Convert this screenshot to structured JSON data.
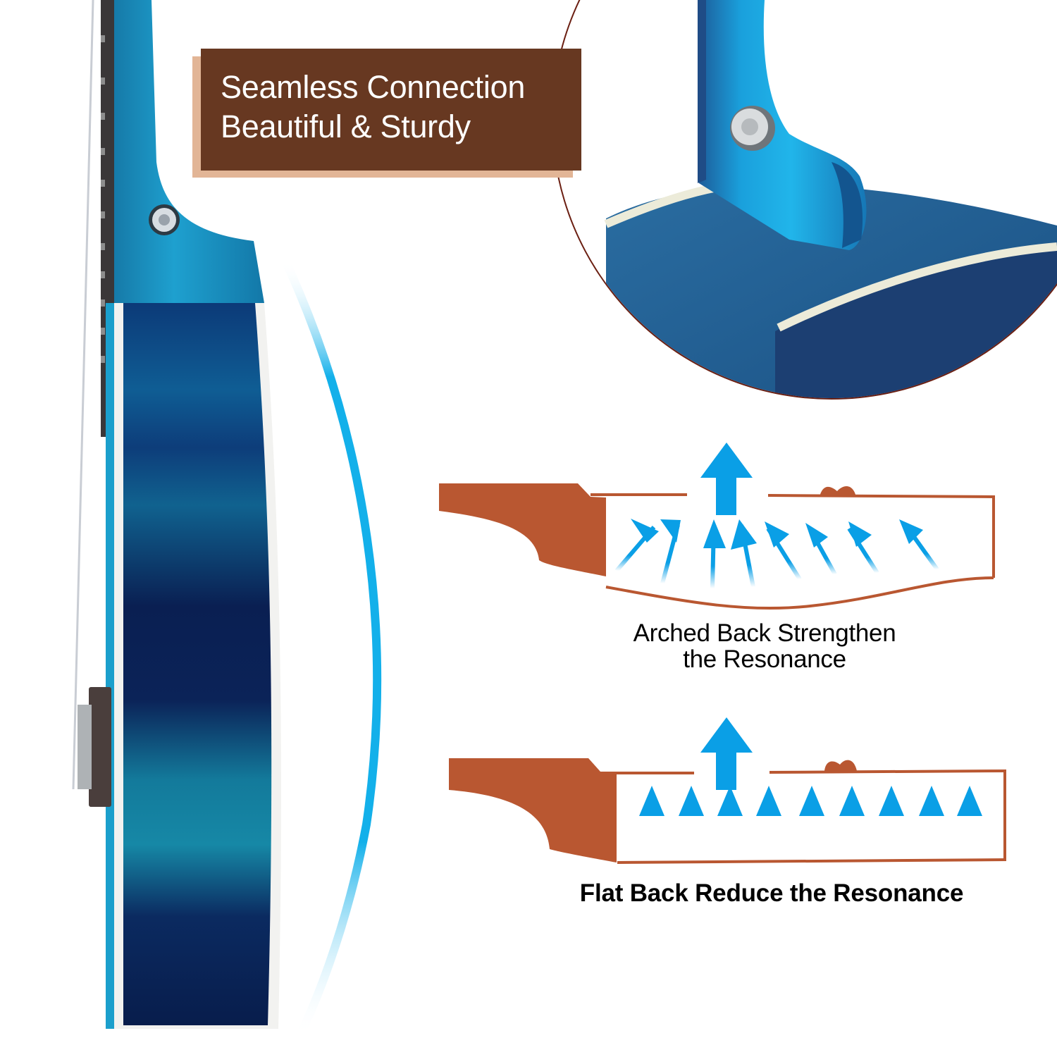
{
  "banner": {
    "line1": "Seamless Connection",
    "line2": "Beautiful & Sturdy",
    "bg_color": "#673821",
    "shadow_color": "#e2b596",
    "text_color": "#ffffff"
  },
  "diagram_arched": {
    "caption_line1": "Arched Back Strengthen",
    "caption_line2": "the Resonance",
    "body_color": "#b95731",
    "arrow_color": "#0a9fe6",
    "small_arrow_count": 8
  },
  "diagram_flat": {
    "caption": "Flat Back Reduce the Resonance",
    "body_color": "#b95731",
    "arrow_color": "#0a9fe6",
    "small_arrow_count": 9
  },
  "photo": {
    "subject": "blue ukulele side view",
    "inset_subject": "neck heel joint close-up",
    "wood_color_light": "#1ea3d6",
    "wood_color_dark": "#0b2a5a",
    "binding_color": "#f1efe6",
    "accent_arc_color": "#13b0ea"
  }
}
